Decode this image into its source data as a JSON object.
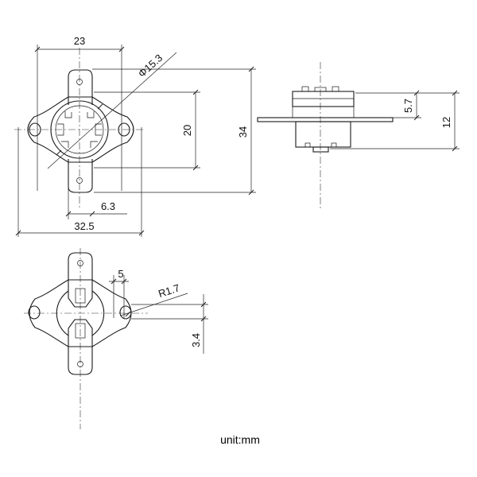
{
  "drawing": {
    "top_view": {
      "width_tabs": "23",
      "diameter": "Φ15.3",
      "height_inner": "20",
      "height_total": "34",
      "tab_offset": "6.3",
      "width_total": "32.5"
    },
    "side_view": {
      "height_upper": "5.7",
      "height_total": "12"
    },
    "bottom_view": {
      "slot_width": "5",
      "hole_radius": "R1.7",
      "offset": "3.4"
    },
    "unit_label": "unit:mm"
  }
}
